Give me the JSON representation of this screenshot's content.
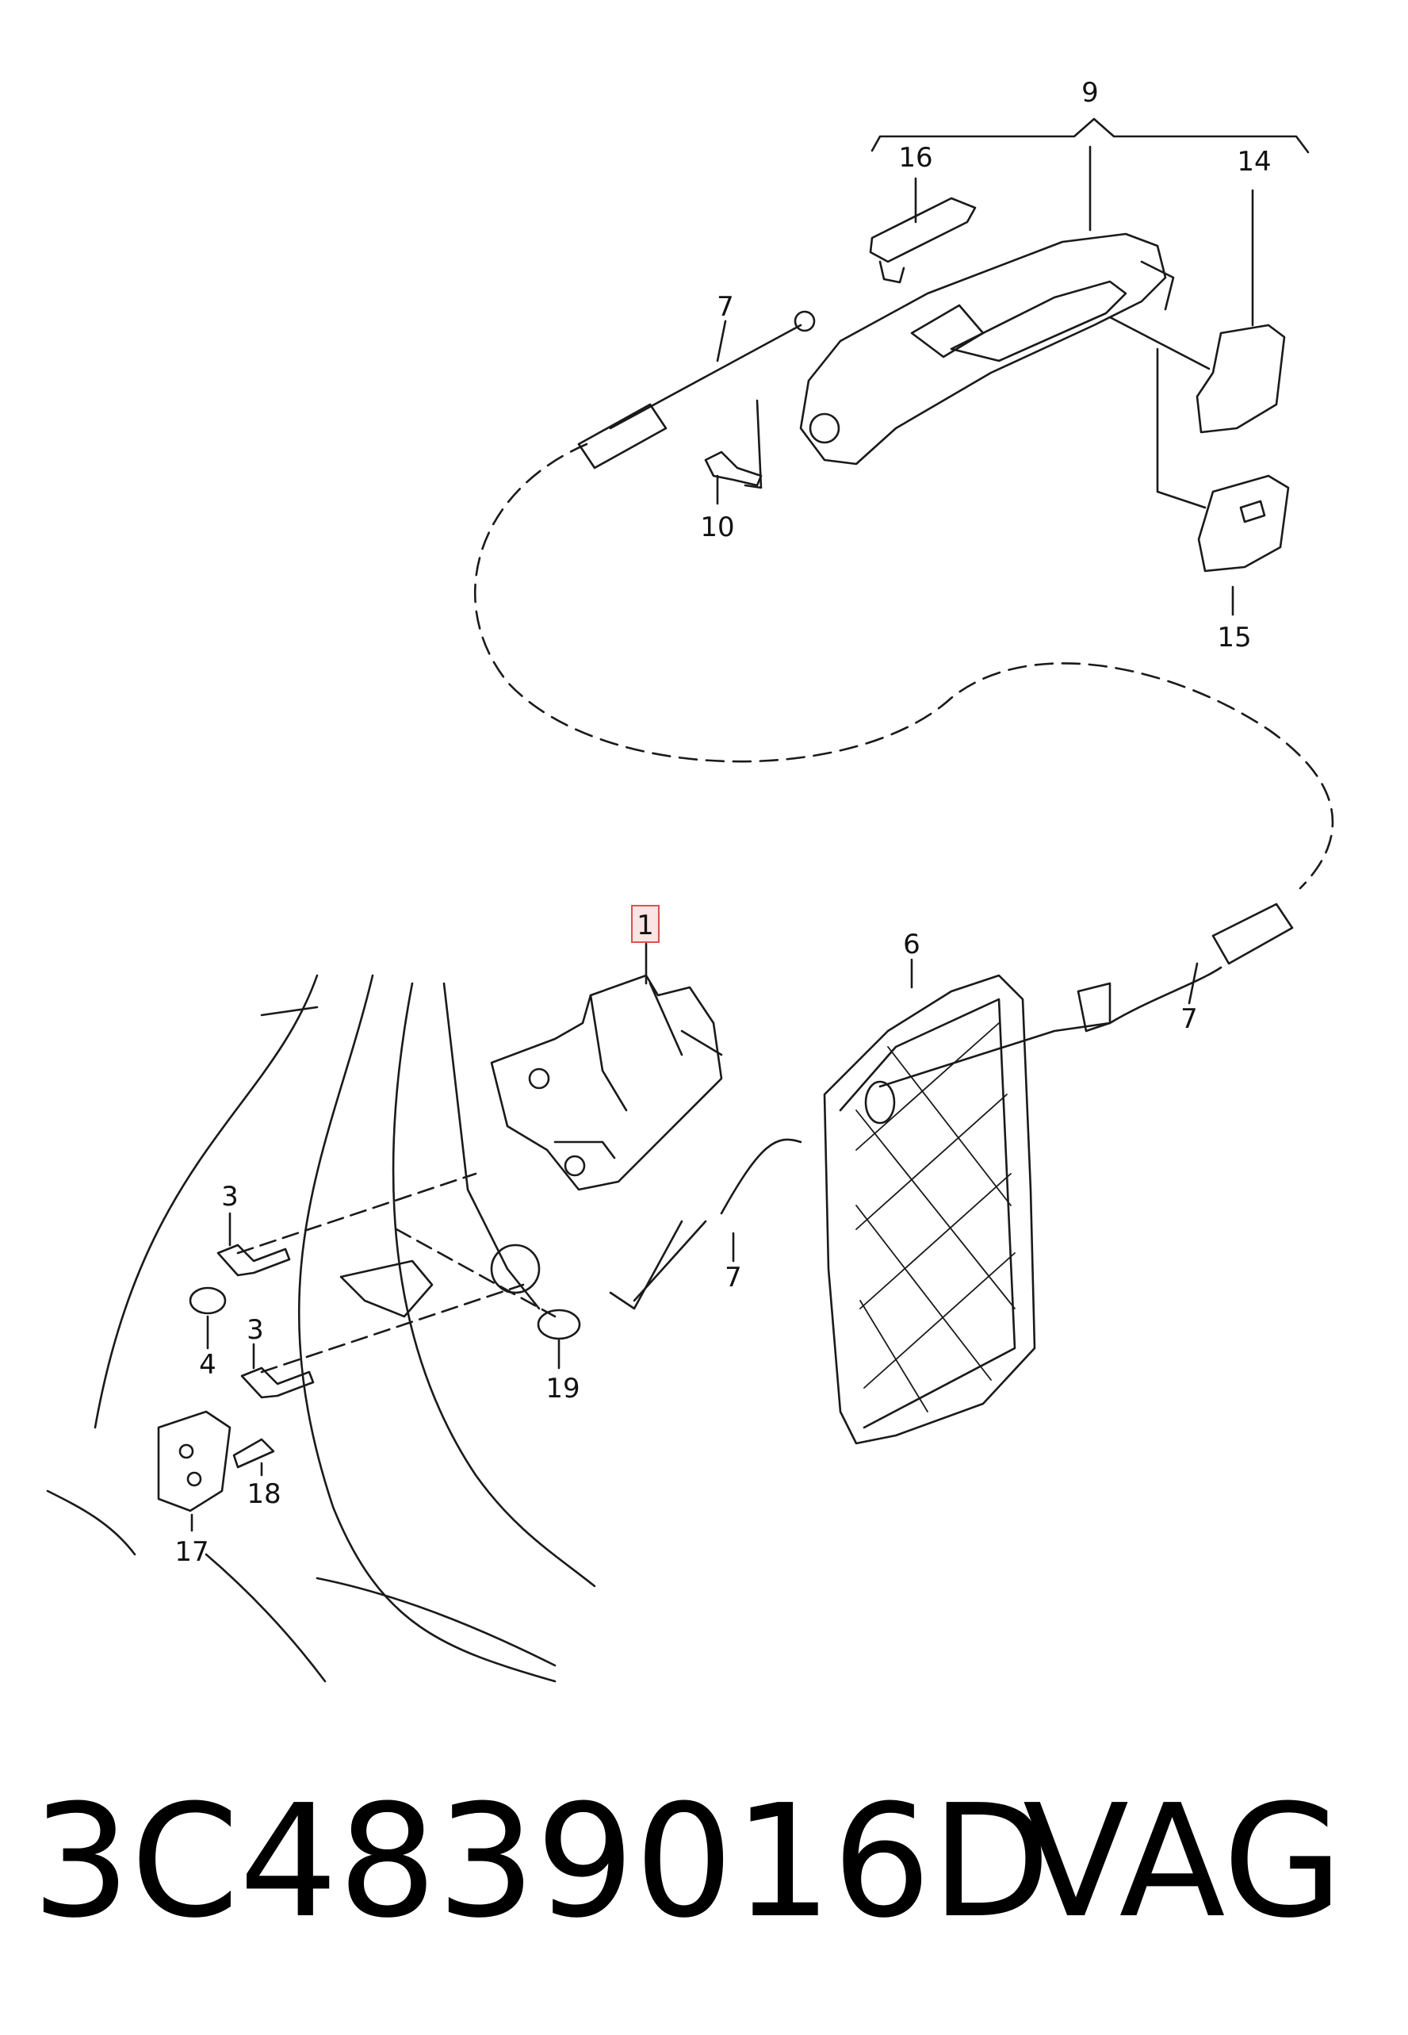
{
  "callouts": {
    "c1": "1",
    "c3a": "3",
    "c3b": "3",
    "c4": "4",
    "c6": "6",
    "c7a": "7",
    "c7b": "7",
    "c7c": "7",
    "c9": "9",
    "c10": "10",
    "c14": "14",
    "c15": "15",
    "c16": "16",
    "c17": "17",
    "c18": "18",
    "c19": "19"
  },
  "highlight_color": "#d9534f",
  "footer": {
    "part_number": "3C4839016D",
    "brand": "VAG"
  }
}
